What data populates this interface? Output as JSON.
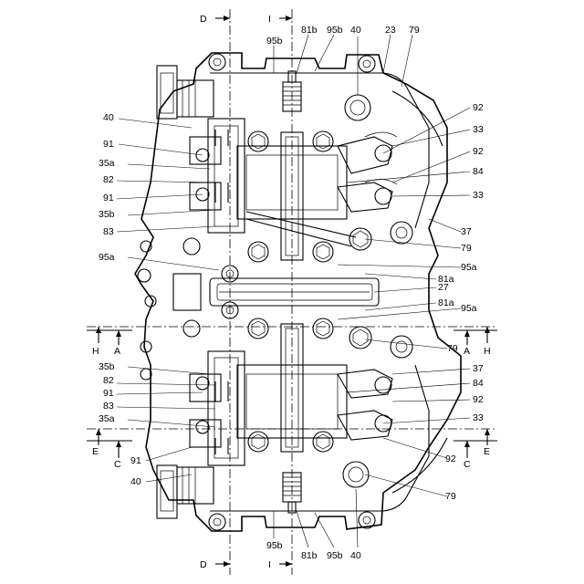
{
  "labels": {
    "D_top": "D",
    "I_top": "I",
    "D_bottom": "D",
    "I_bottom": "I",
    "H_left": "H",
    "A_left": "A",
    "H_right": "H",
    "A_right": "A",
    "E_left": "E",
    "C_left": "C",
    "E_right": "E",
    "C_right": "C",
    "r95b_t1": "95b",
    "r81b_t": "81b",
    "r95b_t2": "95b",
    "r40_t": "40",
    "r23_t": "23",
    "r79_t": "79",
    "r40_l": "40",
    "r91_l1": "91",
    "r35a_l1": "35a",
    "r82_l1": "82",
    "r91_l2": "91",
    "r35b_l1": "35b",
    "r83_l1": "83",
    "r95a_l": "95a",
    "r35b_l2": "35b",
    "r82_l2": "82",
    "r91_l3": "91",
    "r83_l2": "83",
    "r35a_l2": "35a",
    "r91_l4": "91",
    "r40_l2": "40",
    "r92_r1": "92",
    "r33_r1": "33",
    "r92_r2": "92",
    "r84_r1": "84",
    "r33_r2": "33",
    "r37_r1": "37",
    "r79_r1": "79",
    "r95a_r1": "95a",
    "r81a_r1": "81a",
    "r27_r": "27",
    "r81a_r2": "81a",
    "r95a_r2": "95a",
    "r79_r2": "79",
    "r37_r2": "37",
    "r84_r2": "84",
    "r92_r3": "92",
    "r33_r3": "33",
    "r92_r4": "92",
    "r79_r3": "79",
    "r95b_b1": "95b",
    "r81b_b": "81b",
    "r95b_b2": "95b",
    "r40_b": "40"
  }
}
